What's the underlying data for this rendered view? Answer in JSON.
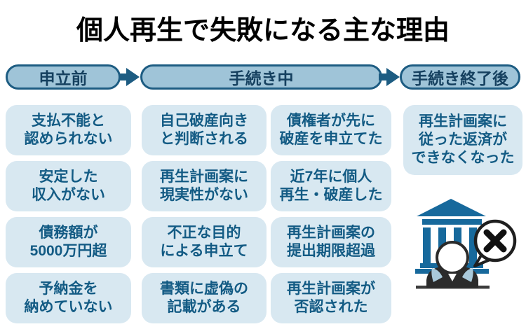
{
  "title": "個人再生で失敗になる主な理由",
  "stages": [
    {
      "label": "申立前"
    },
    {
      "label": "手続き中"
    },
    {
      "label": "手続き終了後"
    }
  ],
  "columns": [
    {
      "items": [
        "支払不能と\n認められない",
        "安定した\n収入がない",
        "債務額が\n5000万円超",
        "予納金を\n納めていない"
      ]
    },
    {
      "items": [
        "自己破産向き\nと判断される",
        "再生計画案に\n現実性がない",
        "不正な目的\nによる申立て",
        "書類に虚偽の\n記載がある"
      ]
    },
    {
      "items": [
        "債権者が先に\n破産を申立てた",
        "近7年に個人\n再生・破産した",
        "再生計画案の\n提出期限超過",
        "再生計画案が\n否認された"
      ]
    },
    {
      "items": [
        "再生計画案に\n従った返済が\nできなくなった"
      ]
    }
  ],
  "icons": {
    "stage_arrow": "arrow-right-icon",
    "courthouse": "courthouse-icon",
    "person": "person-icon",
    "rejection": "x-mark-speech-bubble-icon"
  },
  "colors": {
    "pill_fill": "#9fc4d8",
    "pill_border": "#1d5c82",
    "pill_text": "#15405f",
    "box_fill": "#d8e8f1",
    "box_text": "#135b84",
    "building_blue": "#17699c",
    "suit_black": "#2b2b2b",
    "collar_blue": "#a9c9da",
    "title_black": "#000000"
  }
}
